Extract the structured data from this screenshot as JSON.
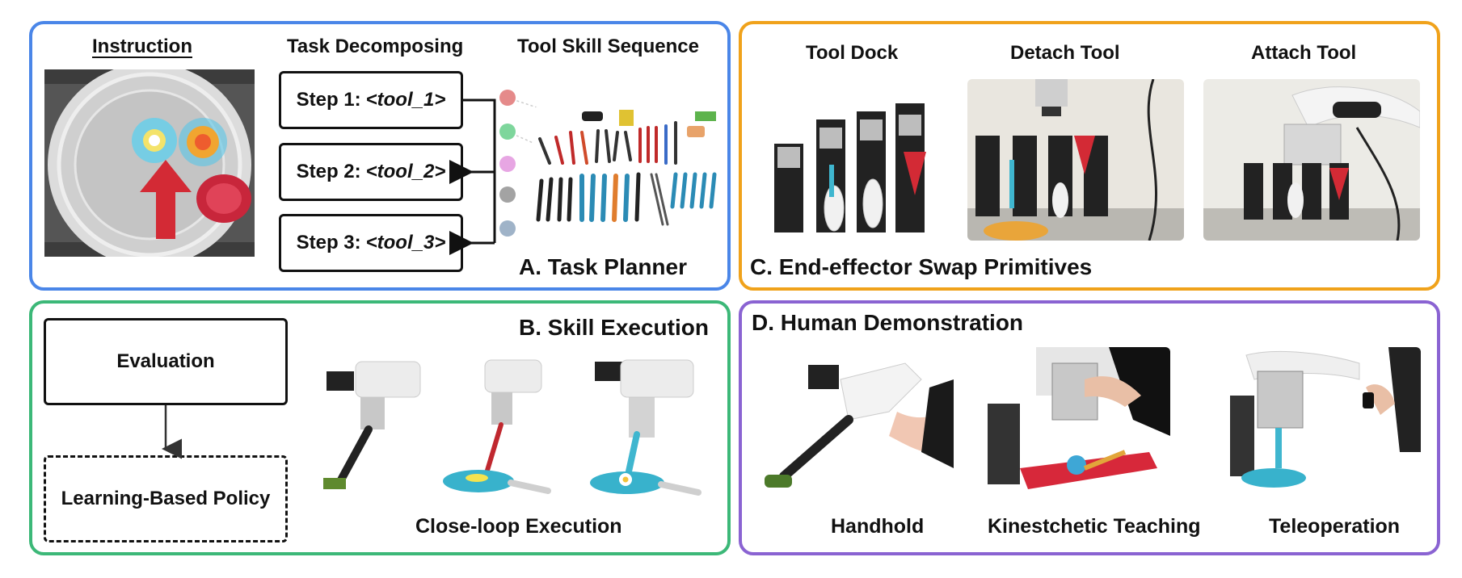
{
  "panel_a": {
    "instruction_label": "Instruction",
    "task_decomposing_label": "Task Decomposing",
    "tool_skill_sequence_label": "Tool Skill Sequence",
    "steps": [
      {
        "prefix": "Step 1:",
        "tool": "<tool_1>"
      },
      {
        "prefix": "Step 2:",
        "tool": "<tool_2>"
      },
      {
        "prefix": "Step 3:",
        "tool": "<tool_3>"
      }
    ],
    "title": "A. Task Planner",
    "dot_colors": [
      "#e58a8a",
      "#7ed69c",
      "#e7a6e3",
      "#a3a3a3",
      "#9fb3c8"
    ]
  },
  "panel_c": {
    "tool_dock_label": "Tool Dock",
    "detach_label": "Detach Tool",
    "attach_label": "Attach Tool",
    "title": "C. End-effector Swap Primitives"
  },
  "panel_b": {
    "title": "B. Skill Execution",
    "evaluation_label": "Evaluation",
    "policy_label": "Learning-Based Policy",
    "close_loop_label": "Close-loop Execution"
  },
  "panel_d": {
    "title": "D. Human Demonstration",
    "handhold_label": "Handhold",
    "kinesthetic_label": "Kinestchetic Teaching",
    "teleoperation_label": "Teleoperation"
  },
  "colors": {
    "panel_a_border": "#4a86e8",
    "panel_b_border": "#3cb878",
    "panel_c_border": "#f0a21b",
    "panel_d_border": "#8a63d2"
  }
}
